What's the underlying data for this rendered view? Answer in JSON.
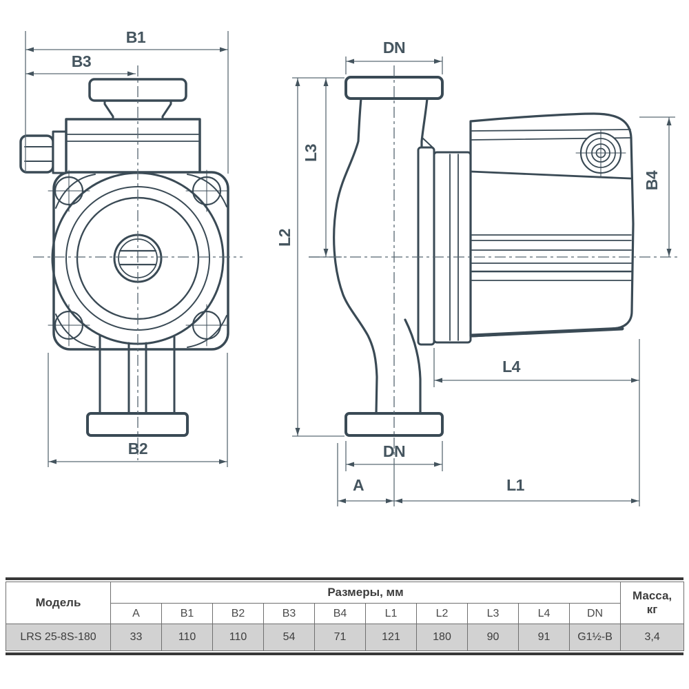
{
  "page": {
    "background": "#ffffff"
  },
  "colors": {
    "outline_dark": "#3a4a55",
    "outline_medium": "#44545e",
    "dimension_line": "#5a6a74",
    "label_text": "#45555f",
    "table_border_dark": "#383838",
    "table_border_light": "#6e6e6e",
    "table_text": "#3d3d3d",
    "table_row_bg": "#d2d2d2"
  },
  "drawing": {
    "front_view": {
      "labels": {
        "b1": "B1",
        "b3": "B3",
        "b2": "B2"
      }
    },
    "side_view": {
      "labels": {
        "dn_top": "DN",
        "dn_bottom": "DN",
        "l2": "L2",
        "l3": "L3",
        "b4": "B4",
        "l4": "L4",
        "a": "A",
        "l1": "L1"
      }
    }
  },
  "table": {
    "model_header": "Модель",
    "dimensions_header": "Размеры, мм",
    "mass_header_line1": "Масса,",
    "mass_header_line2": "кг",
    "dim_headers": [
      "A",
      "B1",
      "B2",
      "B3",
      "B4",
      "L1",
      "L2",
      "L3",
      "L4",
      "DN"
    ],
    "row": {
      "model": "LRS 25-8S-180",
      "values": [
        "33",
        "110",
        "110",
        "54",
        "71",
        "121",
        "180",
        "90",
        "91",
        "G1½-B"
      ],
      "mass": "3,4"
    }
  }
}
